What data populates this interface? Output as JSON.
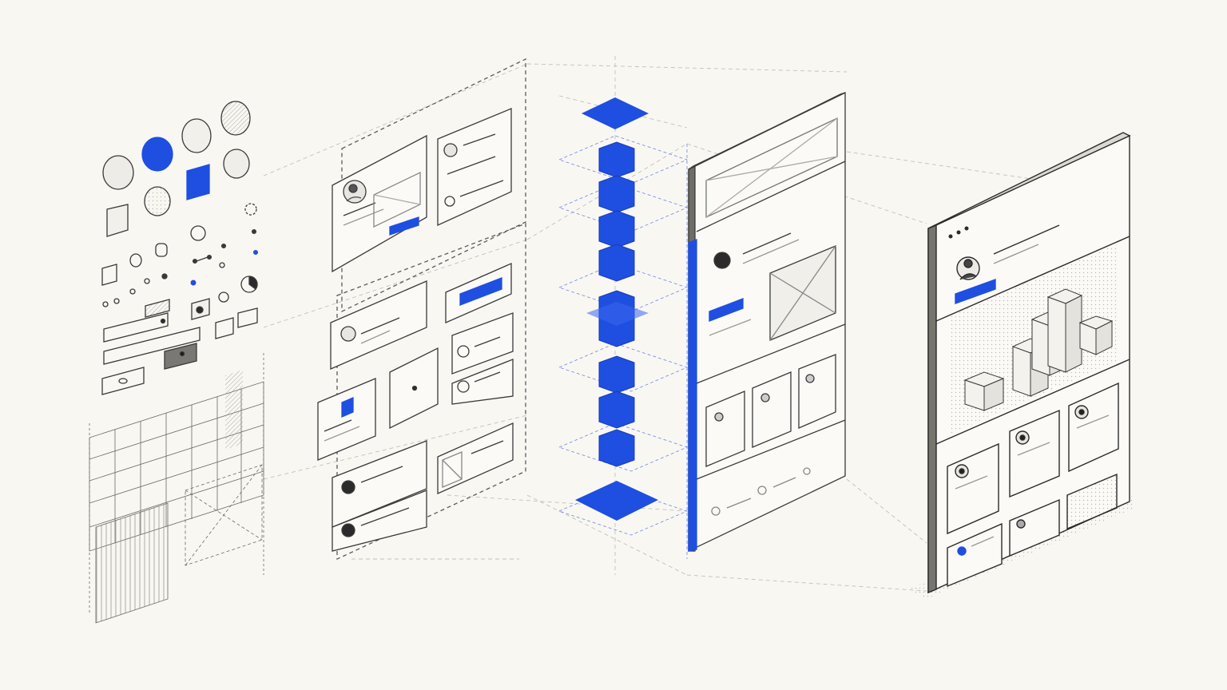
{
  "colors": {
    "background": "#f9f7f2",
    "ink": "#2b2b2b",
    "ink_light": "#8a8a8a",
    "ink_faint": "#b9b6ae",
    "accent": "#1f4fe0",
    "panel": "#ffffff"
  },
  "groups": {
    "atoms": {
      "icon": "component-atoms-sheet"
    },
    "molecules": {
      "icon": "card-modules-sheet"
    },
    "spine": {
      "icon": "blue-block-stack"
    },
    "template": {
      "icon": "wireframe-template-page"
    },
    "page": {
      "icon": "final-page-mockup"
    }
  }
}
